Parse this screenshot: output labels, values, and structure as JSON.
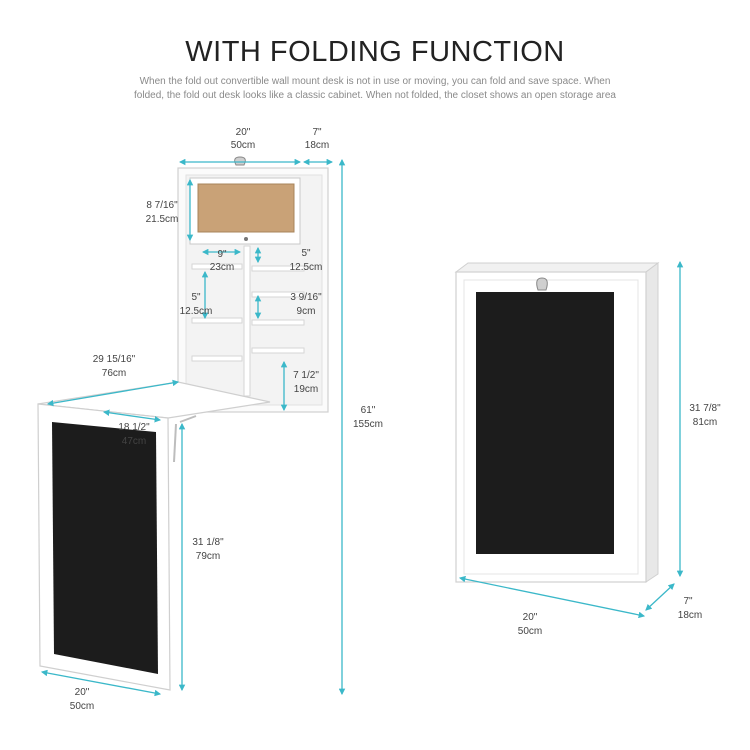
{
  "heading": {
    "title": "WITH FOLDING FUNCTION",
    "subtitle_line1": "When the fold out convertible wall mount desk is not in use or moving, you can fold and save space. When",
    "subtitle_line2": "folded, the fold out desk looks like a classic cabinet. When not folded, the closet shows an open storage area"
  },
  "colors": {
    "dimension_line": "#3bb8c9",
    "panel": "#1c1c1c",
    "cork": "#c9a277",
    "frame": "#ffffff",
    "edge": "#d0d0d0"
  },
  "open_view": {
    "top_width": {
      "in": "20\"",
      "cm": "50cm"
    },
    "top_depth": {
      "in": "7\"",
      "cm": "18cm"
    },
    "cork_height": {
      "in": "8 7/16\"",
      "cm": "21.5cm"
    },
    "inner_width": {
      "in": "9\"",
      "cm": "23cm"
    },
    "shelf_right_top": {
      "in": "5\"",
      "cm": "12.5cm"
    },
    "shelf_left": {
      "in": "5\"",
      "cm": "12.5cm"
    },
    "shelf_right_mid": {
      "in": "3 9/16\"",
      "cm": "9cm"
    },
    "desk_width": {
      "in": "29 15/16\"",
      "cm": "76cm"
    },
    "shelf_bottom": {
      "in": "7 1/2\"",
      "cm": "19cm"
    },
    "desk_depth": {
      "in": "18 1/2\"",
      "cm": "47cm"
    },
    "total_height": {
      "in": "61\"",
      "cm": "155cm"
    },
    "panel_height": {
      "in": "31 1/8\"",
      "cm": "79cm"
    },
    "panel_width": {
      "in": "20\"",
      "cm": "50cm"
    }
  },
  "closed_view": {
    "height": {
      "in": "31 7/8\"",
      "cm": "81cm"
    },
    "depth": {
      "in": "7\"",
      "cm": "18cm"
    },
    "width": {
      "in": "20\"",
      "cm": "50cm"
    }
  }
}
